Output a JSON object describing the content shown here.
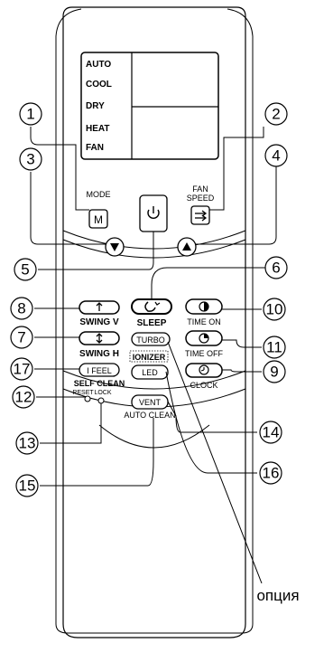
{
  "display": {
    "modes": [
      "AUTO",
      "COOL",
      "DRY",
      "HEAT",
      "FAN"
    ]
  },
  "buttons": {
    "mode": {
      "label": "MODE",
      "key": "M"
    },
    "fan_speed": {
      "label_line1": "FAN",
      "label_line2": "SPEED"
    },
    "swing_v": "SWING V",
    "swing_h": "SWING H",
    "sleep": "SLEEP",
    "time_on": "TIME ON",
    "time_off": "TIME OFF",
    "clock": "CLOCK",
    "turbo": "TURBO",
    "ionizer": "IONIZER",
    "led": "LED",
    "i_feel": "I FEEL",
    "self_clean": "SELF CLEAN",
    "reset": "RESET",
    "lock": "LOCK",
    "vent": "VENT",
    "auto_clean": "AUTO CLEAN"
  },
  "callouts": [
    "1",
    "2",
    "3",
    "4",
    "5",
    "6",
    "7",
    "8",
    "9",
    "10",
    "11",
    "12",
    "13",
    "14",
    "15",
    "16",
    "17"
  ],
  "option_label": "опция"
}
